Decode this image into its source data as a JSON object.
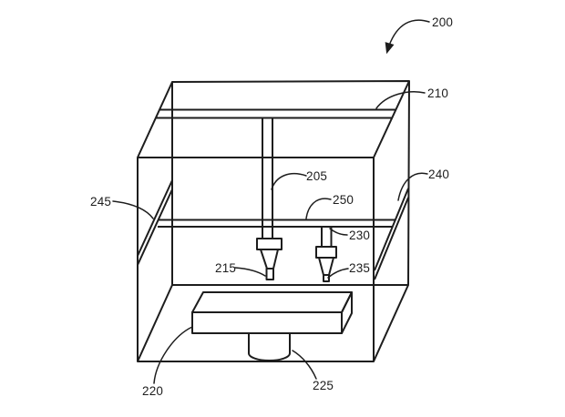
{
  "figure": {
    "kind": "patent-style line drawing of an enclosed 3D printer apparatus",
    "background_color": "#ffffff",
    "line_color": "#1d1d1d"
  },
  "labels": {
    "ref_200": "200",
    "ref_205": "205",
    "ref_210": "210",
    "ref_215": "215",
    "ref_220": "220",
    "ref_225": "225",
    "ref_230": "230",
    "ref_235": "235",
    "ref_240": "240",
    "ref_245": "245",
    "ref_250": "250"
  }
}
